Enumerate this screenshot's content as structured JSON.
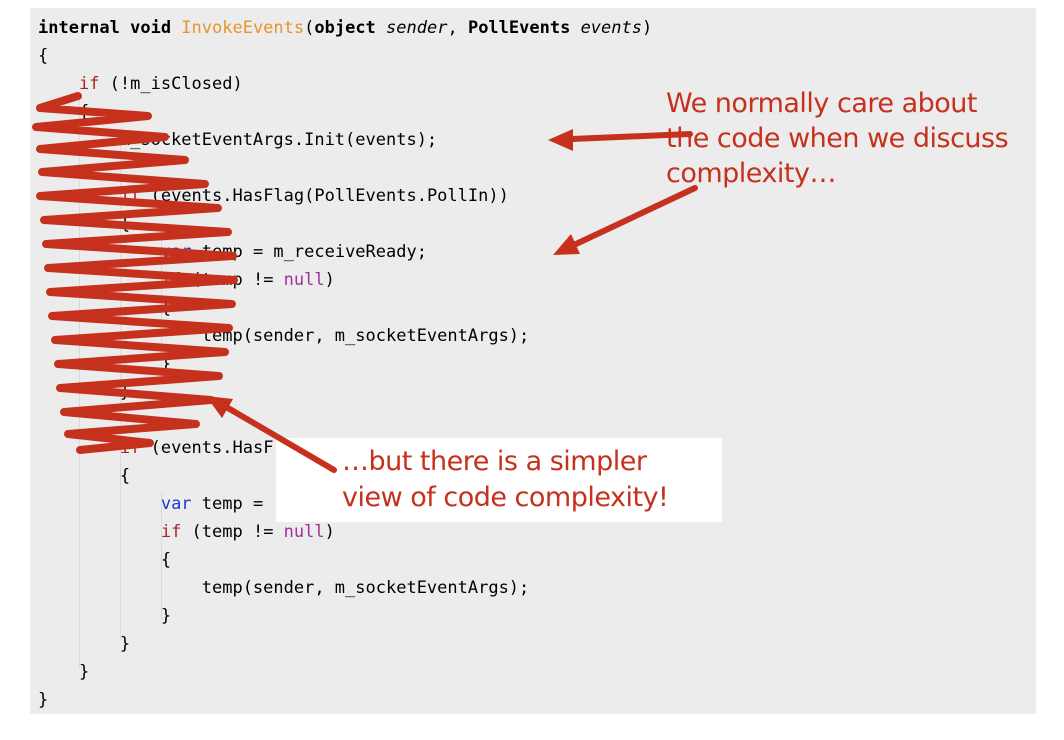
{
  "palette": {
    "panel_bg": "#ececec",
    "method_orange": "#e8932c",
    "keyword_red": "#a3271e",
    "var_blue": "#2135d1",
    "null_purple": "#a02fa0",
    "annotation_red": "#c5311d",
    "note_box_bg": "#ffffff",
    "code_text": "#000000"
  },
  "code_panel": {
    "language": "csharp",
    "lines": [
      {
        "tokens": [
          {
            "t": "internal void ",
            "c": "kw"
          },
          {
            "t": "InvokeEvents",
            "c": "fn"
          },
          {
            "t": "(",
            "c": "pl"
          },
          {
            "t": "object",
            "c": "kw"
          },
          {
            "t": " ",
            "c": "pl"
          },
          {
            "t": "sender",
            "c": "it"
          },
          {
            "t": ", ",
            "c": "pl"
          },
          {
            "t": "PollEvents",
            "c": "kw"
          },
          {
            "t": " ",
            "c": "pl"
          },
          {
            "t": "events",
            "c": "it"
          },
          {
            "t": ")",
            "c": "pl"
          }
        ]
      },
      {
        "tokens": [
          {
            "t": "{",
            "c": "pl"
          }
        ]
      },
      {
        "tokens": [
          {
            "t": "    ",
            "c": "pl"
          },
          {
            "t": "if",
            "c": "ctrl"
          },
          {
            "t": " (!m_isClosed)",
            "c": "pl"
          }
        ]
      },
      {
        "tokens": [
          {
            "t": "    {",
            "c": "pl"
          }
        ]
      },
      {
        "tokens": [
          {
            "t": "        m_socketEventArgs.Init(events);",
            "c": "pl"
          }
        ]
      },
      {
        "tokens": []
      },
      {
        "tokens": [
          {
            "t": "        ",
            "c": "pl"
          },
          {
            "t": "if",
            "c": "ctrl"
          },
          {
            "t": " (events.HasFlag(PollEvents.PollIn))",
            "c": "pl"
          }
        ]
      },
      {
        "tokens": [
          {
            "t": "        {",
            "c": "pl"
          }
        ]
      },
      {
        "tokens": [
          {
            "t": "            ",
            "c": "pl"
          },
          {
            "t": "var",
            "c": "var"
          },
          {
            "t": " temp = m_receiveReady;",
            "c": "pl"
          }
        ]
      },
      {
        "tokens": [
          {
            "t": "            ",
            "c": "pl"
          },
          {
            "t": "if",
            "c": "ctrl"
          },
          {
            "t": " (temp != ",
            "c": "pl"
          },
          {
            "t": "null",
            "c": "null"
          },
          {
            "t": ")",
            "c": "pl"
          }
        ]
      },
      {
        "tokens": [
          {
            "t": "            {",
            "c": "pl"
          }
        ]
      },
      {
        "tokens": [
          {
            "t": "                temp(sender, m_socketEventArgs);",
            "c": "pl"
          }
        ]
      },
      {
        "tokens": [
          {
            "t": "            }",
            "c": "pl"
          }
        ]
      },
      {
        "tokens": [
          {
            "t": "        }",
            "c": "pl"
          }
        ]
      },
      {
        "tokens": []
      },
      {
        "tokens": [
          {
            "t": "        ",
            "c": "pl"
          },
          {
            "t": "if",
            "c": "ctrl"
          },
          {
            "t": " (events.HasF",
            "c": "pl"
          }
        ]
      },
      {
        "tokens": [
          {
            "t": "        {",
            "c": "pl"
          }
        ]
      },
      {
        "tokens": [
          {
            "t": "            ",
            "c": "pl"
          },
          {
            "t": "var",
            "c": "var"
          },
          {
            "t": " temp = ",
            "c": "pl"
          }
        ]
      },
      {
        "tokens": [
          {
            "t": "            ",
            "c": "pl"
          },
          {
            "t": "if",
            "c": "ctrl"
          },
          {
            "t": " (temp != ",
            "c": "pl"
          },
          {
            "t": "null",
            "c": "null"
          },
          {
            "t": ")",
            "c": "pl"
          }
        ]
      },
      {
        "tokens": [
          {
            "t": "            {",
            "c": "pl"
          }
        ]
      },
      {
        "tokens": [
          {
            "t": "                temp(sender, m_socketEventArgs);",
            "c": "pl"
          }
        ]
      },
      {
        "tokens": [
          {
            "t": "            }",
            "c": "pl"
          }
        ]
      },
      {
        "tokens": [
          {
            "t": "        }",
            "c": "pl"
          }
        ]
      },
      {
        "tokens": [
          {
            "t": "    }",
            "c": "pl"
          }
        ]
      },
      {
        "tokens": [
          {
            "t": "}",
            "c": "pl"
          }
        ]
      }
    ]
  },
  "annotations": {
    "note_top": {
      "lines": [
        "We normally care about",
        "the code when we discuss",
        "complexity…"
      ]
    },
    "note_bottom": {
      "lines": [
        "…but there is a simpler",
        "view of code complexity!"
      ]
    }
  }
}
